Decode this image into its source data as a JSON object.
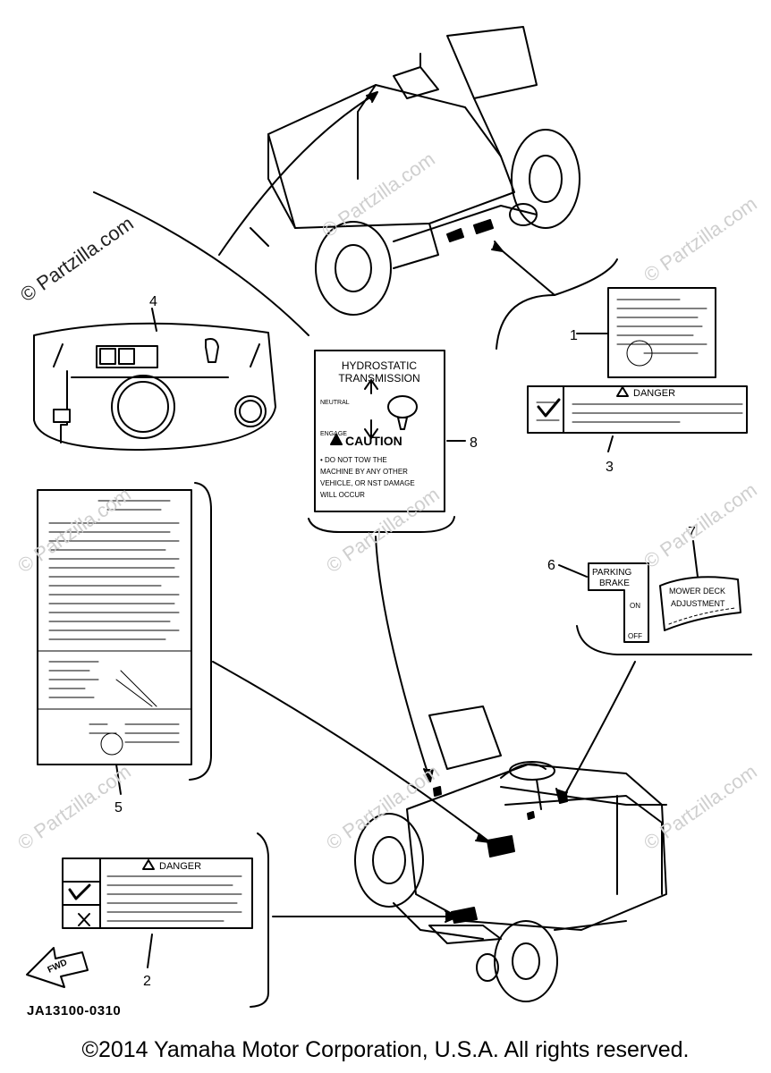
{
  "watermark": {
    "text": "© Partzilla.com"
  },
  "diagram_code": "JA13100-0310",
  "copyright": "©2014 Yamaha Motor Corporation, U.S.A. All rights reserved.",
  "callouts": {
    "c1": "1",
    "c2": "2",
    "c3": "3",
    "c4": "4",
    "c5": "5",
    "c6": "6",
    "c7": "7",
    "c8": "8"
  },
  "labels": {
    "hydro_title_1": "HYDROSTATIC",
    "hydro_title_2": "TRANSMISSION",
    "hydro_neutral": "NEUTRAL",
    "hydro_engage": "ENGAGE",
    "hydro_caution": "CAUTION",
    "hydro_line1": "• DO NOT TOW THE",
    "hydro_line2": "MACHINE BY ANY OTHER",
    "hydro_line3": "VEHICLE, OR NST DAMAGE",
    "hydro_line4": "WILL OCCUR",
    "danger_3": "DANGER",
    "danger_2": "DANGER",
    "parking_1": "PARKING",
    "parking_2": "BRAKE",
    "parking_on": "ON",
    "parking_off": "OFF",
    "mower_1": "MOWER DECK",
    "mower_2": "ADJUSTMENT",
    "fwd": "FWD"
  }
}
